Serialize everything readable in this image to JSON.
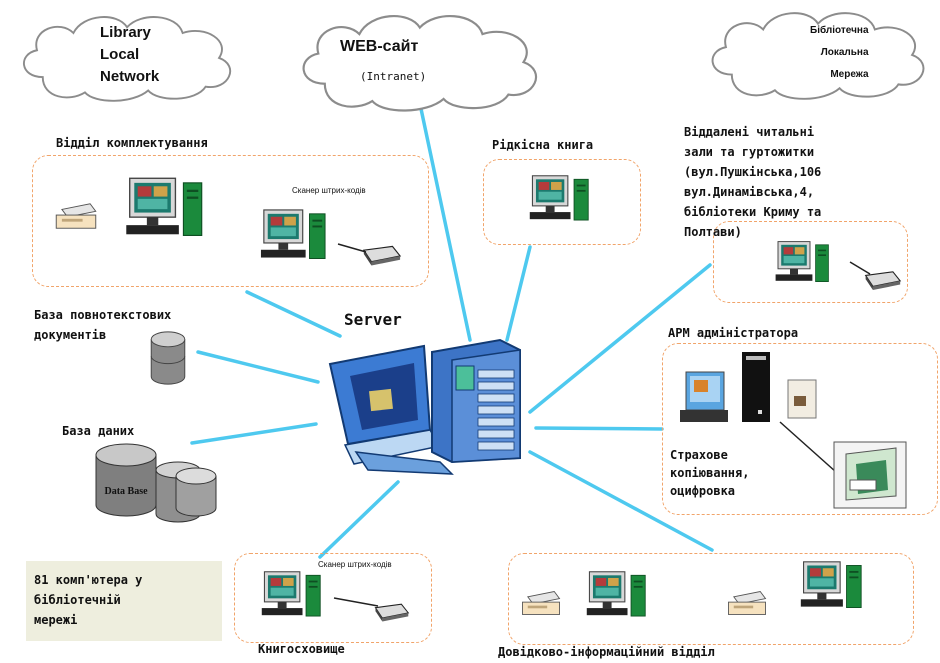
{
  "clouds": {
    "left": {
      "line1": "Library",
      "line2": "Local",
      "line3": "Network"
    },
    "center": {
      "title": "WEB-сайт",
      "subtitle": "(Intranet)"
    },
    "right": {
      "line1": "Бібліотечна",
      "line2": "Локальна",
      "line3": "Мережа"
    }
  },
  "labels": {
    "acquisition": "Відділ комплектування",
    "barcode_scanner": "Сканер штрих-кодів",
    "rare_book": "Рідкісна книга",
    "remote_line1": "Віддалені читальні",
    "remote_line2": "зали та гуртожитки",
    "remote_line3": "(вул.Пушкінська,106",
    "remote_line4": "вул.Динамівська,4,",
    "remote_line5": "бібліотеки Криму та",
    "remote_line6": "Полтави)",
    "fulltext_line1": "База повнотекстових",
    "fulltext_line2": "документів",
    "server": "Server",
    "admin": "АРМ адміністратора",
    "backup_line1": "Страхове",
    "backup_line2": "копіювання,",
    "backup_line3": "оцифровка",
    "database": "База даних",
    "data_base_text": "Data Base",
    "computers_line1": "81 комп'ютера у",
    "computers_line2": "бібліотечній",
    "computers_line3": "мережі",
    "storage_scanner": "Сканер штрих-кодів",
    "storage": "Книгосховище",
    "reference": "Довідково-інформаційний відділ"
  },
  "colors": {
    "link": "#4ec9ef",
    "dashed_border": "#f1a46a",
    "monitor_screen": "#1c7a6e",
    "tower": "#1b8a3c",
    "server_blue": "#2a5fa8",
    "note_bg": "#eeeede"
  }
}
